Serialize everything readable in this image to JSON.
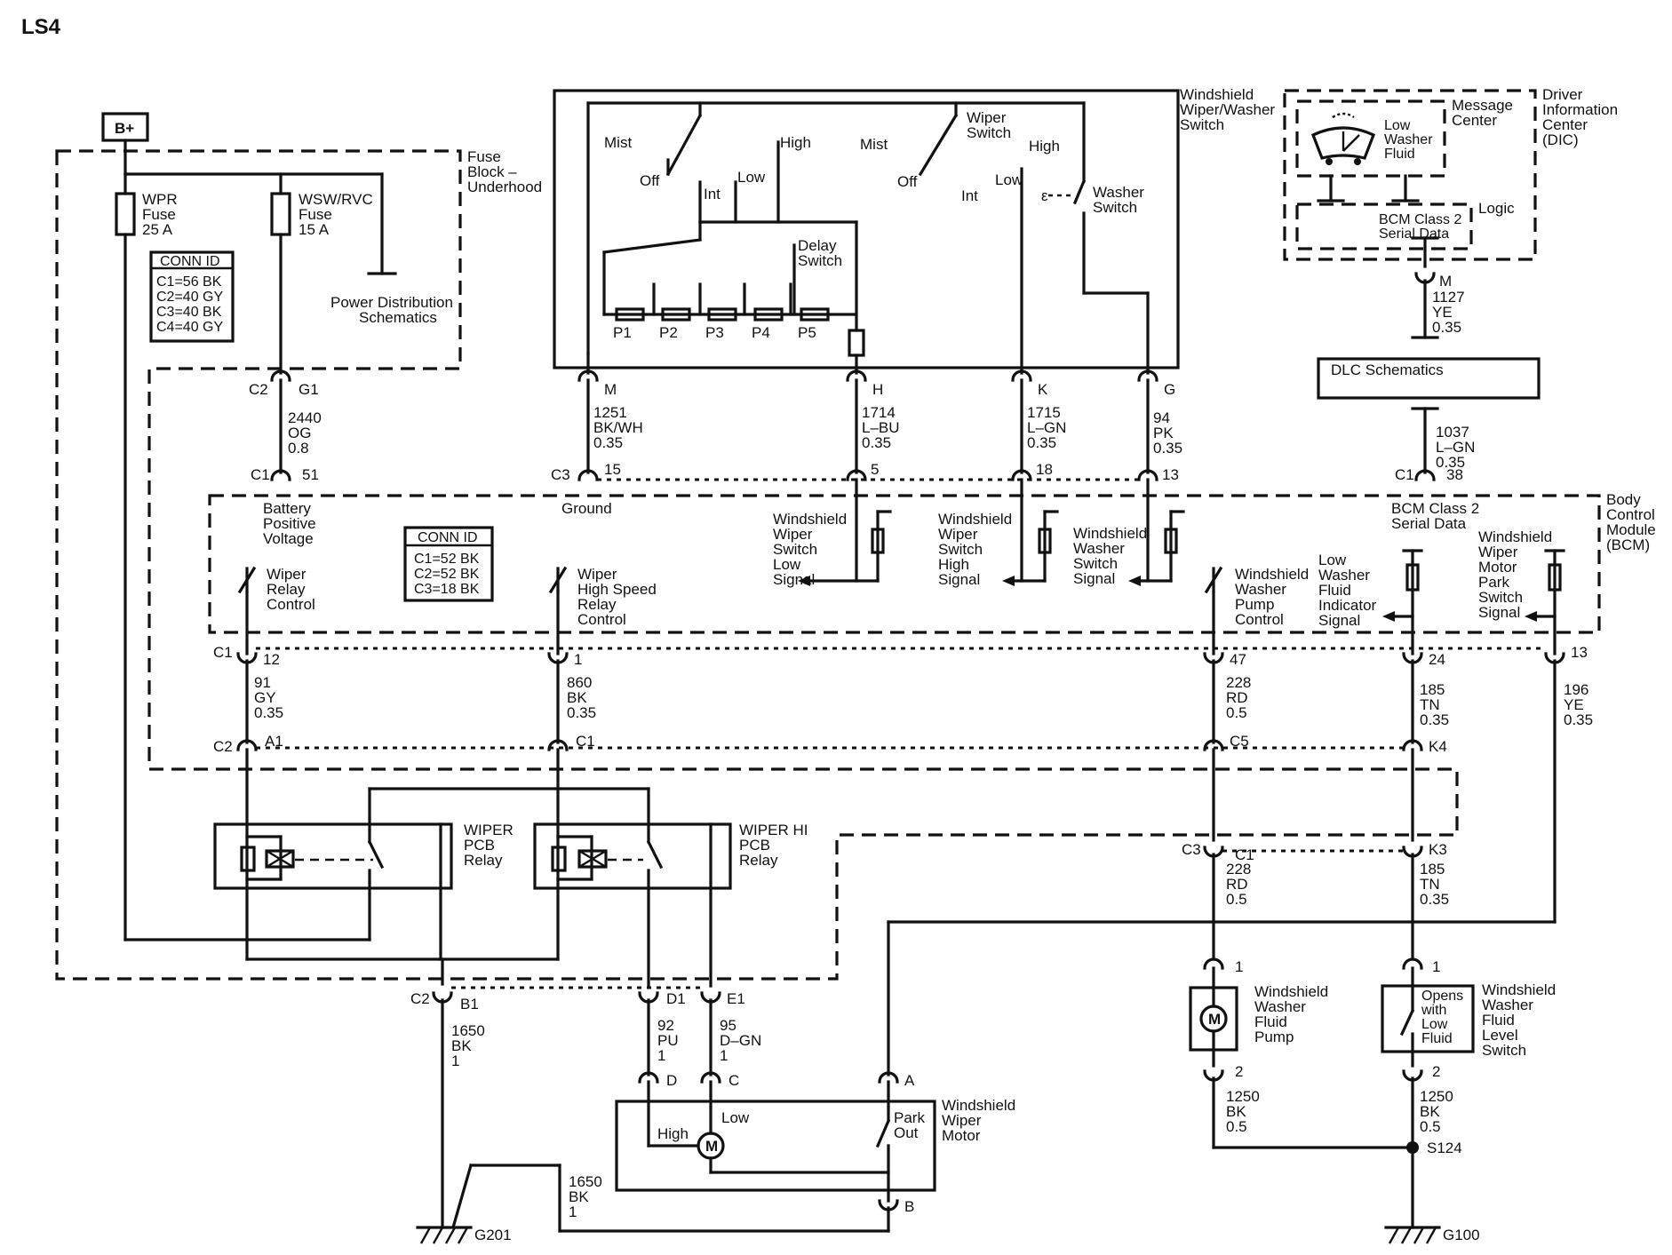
{
  "title": "LS4",
  "battery": "B+",
  "fuse_block": {
    "label": [
      "Fuse",
      "Block –",
      "Underhood"
    ],
    "fuse_wpr": [
      "WPR",
      "Fuse",
      "25 A"
    ],
    "fuse_wsw": [
      "WSW/RVC",
      "Fuse",
      "15 A"
    ],
    "power_dist": [
      "Power Distribution",
      "Schematics"
    ],
    "conn_id_title": "CONN ID",
    "conn_id_rows": [
      "C1=56 BK",
      "C2=40 GY",
      "C3=40 BK",
      "C4=40 GY"
    ]
  },
  "wiper_switch": {
    "label": [
      "Windshield",
      "Wiper/Washer",
      "Switch"
    ],
    "mist1": "Mist",
    "off1": "Off",
    "int1": "Int",
    "low1": "Low",
    "high1": "High",
    "mist2": "Mist",
    "off2": "Off",
    "int2": "Int",
    "low2": "Low",
    "high2": "High",
    "wiper_switch": [
      "Wiper",
      "Switch"
    ],
    "washer_switch": [
      "Washer",
      "Switch"
    ],
    "delay_switch": [
      "Delay",
      "Switch"
    ],
    "positions": [
      "P1",
      "P2",
      "P3",
      "P4",
      "P5"
    ]
  },
  "dic": {
    "label": [
      "Driver",
      "Information",
      "Center",
      "(DIC)"
    ],
    "message_center": [
      "Message",
      "Center"
    ],
    "low_washer": [
      "Low",
      "Washer",
      "Fluid"
    ],
    "logic": "Logic",
    "bcm_serial": [
      "BCM Class 2",
      "Serial Data"
    ]
  },
  "dlc": "DLC Schematics",
  "wires": {
    "m_pin": "M",
    "m_circuit": [
      "1251",
      "BK/WH",
      "0.35"
    ],
    "h_pin": "H",
    "h_circuit": [
      "1714",
      "L–BU",
      "0.35"
    ],
    "k_pin": "K",
    "k_circuit": [
      "1715",
      "L–GN",
      "0.35"
    ],
    "g_pin": "G",
    "g_circuit": [
      "94",
      "PK",
      "0.35"
    ],
    "dic_m": "M",
    "dic_circuit": [
      "1127",
      "YE",
      "0.35"
    ],
    "dlc_circuit": [
      "1037",
      "L–GN",
      "0.35"
    ],
    "c2": "C2",
    "g1": "G1",
    "fuse_circuit": [
      "2440",
      "OG",
      "0.8"
    ],
    "c1": "C1",
    "p51": "51",
    "c3": "C3",
    "p15": "15",
    "p5": "5",
    "p18": "18",
    "p13": "13",
    "p38": "38"
  },
  "bcm": {
    "label": [
      "Body",
      "Control",
      "Module",
      "(BCM)"
    ],
    "battery_pos": [
      "Battery",
      "Positive",
      "Voltage"
    ],
    "ground": "Ground",
    "ws_low": [
      "Windshield",
      "Wiper",
      "Switch",
      "Low",
      "Signal"
    ],
    "ws_high": [
      "Windshield",
      "Wiper",
      "Switch",
      "High",
      "Signal"
    ],
    "ww_switch": [
      "Windshield",
      "Washer",
      "Switch",
      "Signal"
    ],
    "bcm_serial": [
      "BCM Class 2",
      "Serial Data"
    ],
    "park_switch": [
      "Windshield",
      "Wiper",
      "Motor",
      "Park",
      "Switch",
      "Signal"
    ],
    "wiper_relay": [
      "Wiper",
      "Relay",
      "Control"
    ],
    "wiper_hs_relay": [
      "Wiper",
      "High Speed",
      "Relay",
      "Control"
    ],
    "pump_control": [
      "Windshield",
      "Washer",
      "Pump",
      "Control"
    ],
    "low_washer_ind": [
      "Low",
      "Washer",
      "Fluid",
      "Indicator",
      "Signal"
    ],
    "conn_id_title": "CONN ID",
    "conn_id_rows": [
      "C1=52 BK",
      "C2=52 BK",
      "C3=18 BK"
    ]
  },
  "lower": {
    "c1": "C1",
    "p12": "12",
    "p1": "1",
    "p47": "47",
    "p24": "24",
    "p13": "13",
    "w91": [
      "91",
      "GY",
      "0.35"
    ],
    "w860": [
      "860",
      "BK",
      "0.35"
    ],
    "w228a": [
      "228",
      "RD",
      "0.5"
    ],
    "w185a": [
      "185",
      "TN",
      "0.35"
    ],
    "w196": [
      "196",
      "YE",
      "0.35"
    ],
    "c2": "C2",
    "a1": "A1",
    "c1b": "C1",
    "c5": "C5",
    "k4": "K4",
    "wiper_relay": [
      "WIPER",
      "PCB",
      "Relay"
    ],
    "wiper_hi_relay": [
      "WIPER HI",
      "PCB",
      "Relay"
    ],
    "c3": "C3",
    "c1c": "C1",
    "k3": "K3",
    "w228b": [
      "228",
      "RD",
      "0.5"
    ],
    "w185b": [
      "185",
      "TN",
      "0.35"
    ],
    "c2b": "C2",
    "b1": "B1",
    "d1": "D1",
    "e1": "E1",
    "w1650a": [
      "1650",
      "BK",
      "1"
    ],
    "w92": [
      "92",
      "PU",
      "1"
    ],
    "w95": [
      "95",
      "D–GN",
      "1"
    ],
    "d": "D",
    "c": "C",
    "a": "A",
    "b": "B",
    "motor_label": [
      "Windshield",
      "Wiper",
      "Motor"
    ],
    "high": "High",
    "low": "Low",
    "park_out": [
      "Park",
      "Out"
    ],
    "w1650b": [
      "1650",
      "BK",
      "1"
    ],
    "g201": "G201",
    "g100": "G100",
    "s124": "S124",
    "pump_pin1": "1",
    "pump_pin2": "2",
    "sw_pin1": "1",
    "sw_pin2": "2",
    "pump_label": [
      "Windshield",
      "Washer",
      "Fluid",
      "Pump"
    ],
    "level_label": [
      "Windshield",
      "Washer",
      "Fluid",
      "Level",
      "Switch"
    ],
    "opens_with": [
      "Opens",
      "with",
      "Low",
      "Fluid"
    ],
    "w1250a": [
      "1250",
      "BK",
      "0.5"
    ],
    "w1250b": [
      "1250",
      "BK",
      "0.5"
    ],
    "motor_symbol": "M"
  }
}
